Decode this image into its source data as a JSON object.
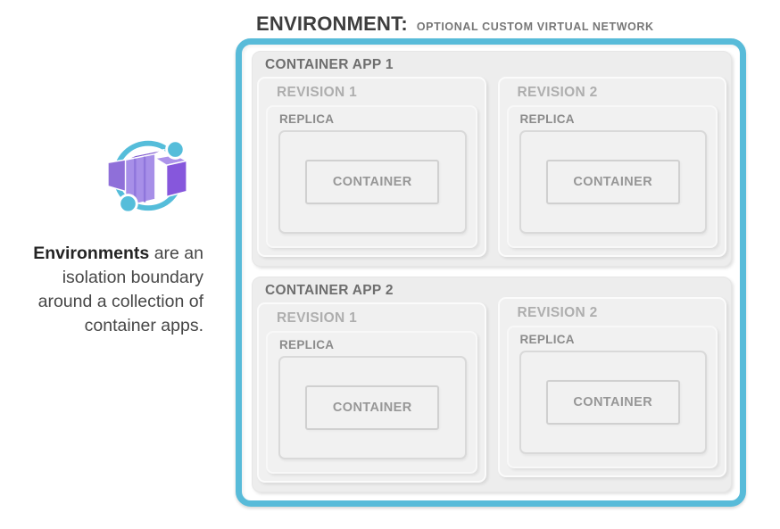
{
  "title": {
    "main": "ENVIRONMENT:",
    "qualifier": "OPTIONAL CUSTOM VIRTUAL NETWORK"
  },
  "intro": {
    "icon": "azure-container-apps-icon",
    "line1_bold": "Environments",
    "line1_rest": " are an",
    "line2": "isolation boundary",
    "line3": "around a collection of",
    "line4": "container apps."
  },
  "environment": {
    "apps": [
      {
        "label": "CONTAINER APP 1",
        "revisions": [
          {
            "label": "REVISION 1",
            "replica": {
              "label": "REPLICA",
              "container": {
                "label": "CONTAINER"
              }
            }
          },
          {
            "label": "REVISION 2",
            "replica": {
              "label": "REPLICA",
              "container": {
                "label": "CONTAINER"
              }
            }
          }
        ]
      },
      {
        "label": "CONTAINER APP 2",
        "revisions": [
          {
            "label": "REVISION 1",
            "replica": {
              "label": "REPLICA",
              "container": {
                "label": "CONTAINER"
              }
            }
          },
          {
            "label": "REVISION 2",
            "replica": {
              "label": "REPLICA",
              "container": {
                "label": "CONTAINER"
              }
            }
          }
        ]
      }
    ]
  },
  "colors": {
    "environment_border": "#58BBD9",
    "icon_orbit_blue": "#55BDDA",
    "icon_purple_front": "#A78FE8",
    "icon_purple_top": "#7C55CE",
    "icon_purple_right": "#8657DC",
    "icon_purple_left": "#8F6FD9",
    "title_text": "#3D3D3D",
    "qualifier_text": "#767676"
  }
}
